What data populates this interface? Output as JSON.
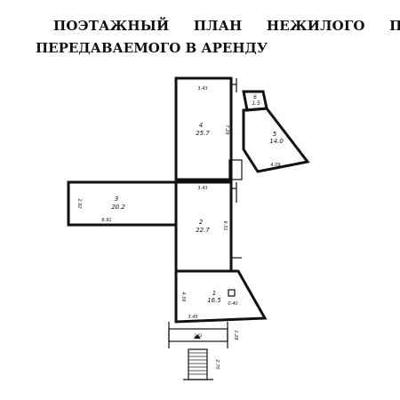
{
  "title": {
    "line1": "ПОЭТАЖНЫЙ ПЛАН НЕЖИЛОГО ПО",
    "line2": "ПЕРЕДАВАЕМОГО В АРЕНДУ"
  },
  "rooms": [
    {
      "number": "1",
      "area": "16.5"
    },
    {
      "number": "2",
      "area": "22.7"
    },
    {
      "number": "3",
      "area": "20.2"
    },
    {
      "number": "4",
      "area": "25.7"
    },
    {
      "number": "5",
      "area": "14.0"
    },
    {
      "number": "6",
      "area": "1.5"
    }
  ],
  "dimensions": {
    "d1": "3.43",
    "d2": "7.29",
    "d3": "4.09",
    "d4": "3.43",
    "d5": "2.92",
    "d6": "6.91",
    "d7": "6.51",
    "d8": "4.56",
    "d9": "0.40",
    "d10": "3.45",
    "d11": "1.28",
    "d12": "2.70",
    "d13": "1.63"
  }
}
